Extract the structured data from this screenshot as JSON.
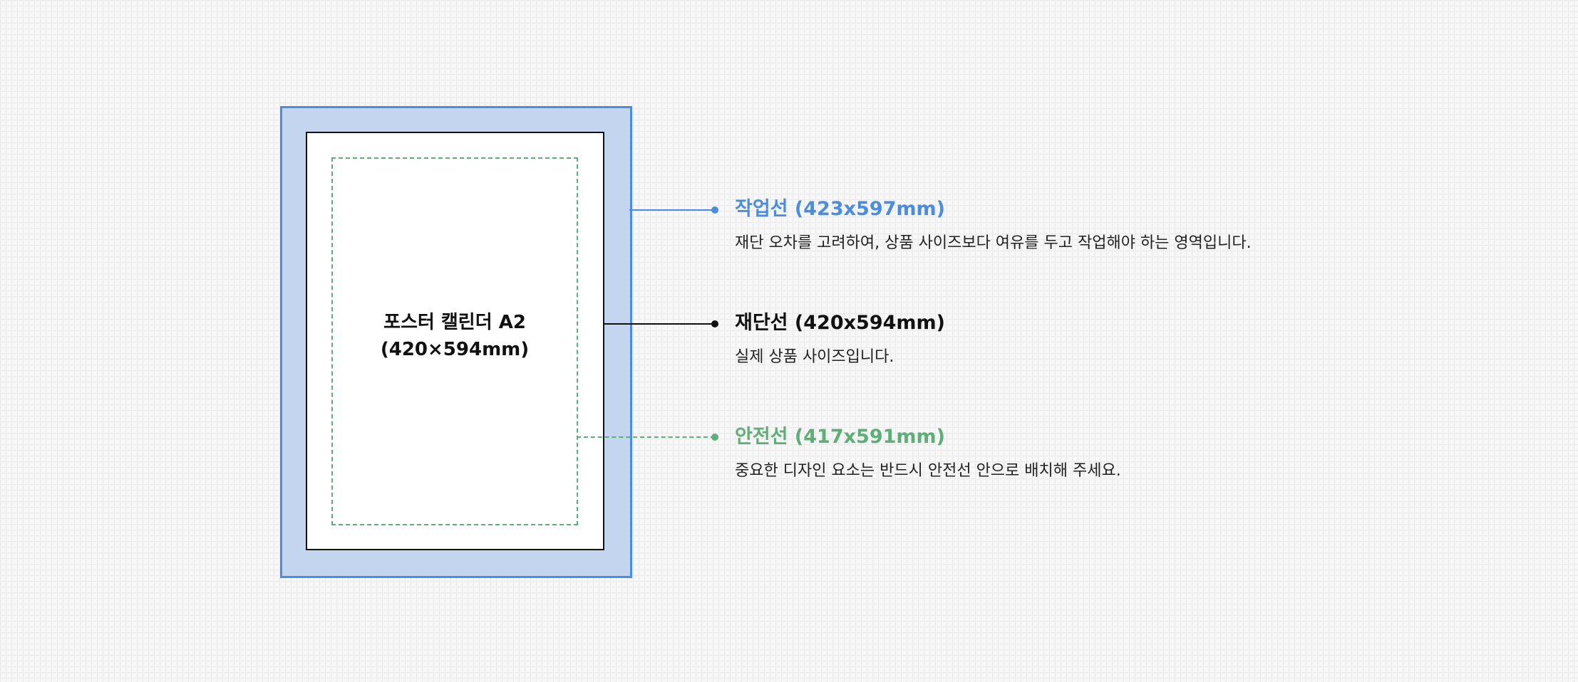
{
  "product": {
    "name": "포스터 캘린더 A2",
    "size": "(420×594mm)"
  },
  "colors": {
    "bleed_line": "#4a8de0",
    "bleed_fill": "#c3d5ef",
    "trim_line": "#111111",
    "safe_line": "#5daf78"
  },
  "legend": {
    "bleed": {
      "title": "작업선 (423x597mm)",
      "description": "재단 오차를 고려하여, 상품 사이즈보다 여유를 두고 작업해야 하는 영역입니다."
    },
    "trim": {
      "title": "재단선 (420x594mm)",
      "description": "실제 상품 사이즈입니다."
    },
    "safe": {
      "title": "안전선 (417x591mm)",
      "description": "중요한 디자인 요소는 반드시 안전선 안으로 배치해 주세요."
    }
  }
}
